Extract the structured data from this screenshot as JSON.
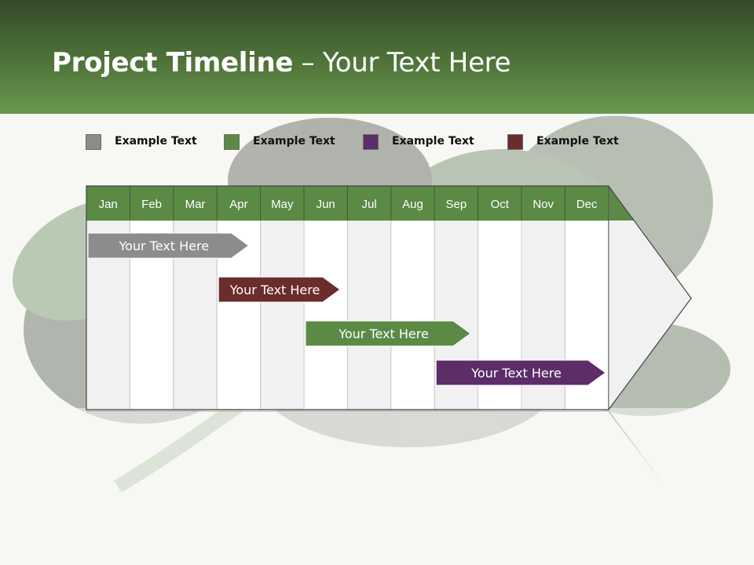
{
  "title": {
    "bold": "Project Timeline",
    "rest": " – Your Text Here"
  },
  "legend": [
    {
      "label": "Example Text",
      "color": "#8c8c8c"
    },
    {
      "label": "Example Text",
      "color": "#5b8a45"
    },
    {
      "label": "Example Text",
      "color": "#5c2d68"
    },
    {
      "label": "Example Text",
      "color": "#6b2c2c"
    }
  ],
  "months": [
    "Jan",
    "Feb",
    "Mar",
    "Apr",
    "May",
    "Jun",
    "Jul",
    "Aug",
    "Sep",
    "Oct",
    "Nov",
    "Dec"
  ],
  "tasks": [
    {
      "label": "Your  Text Here",
      "start": 0.0,
      "end": 3.8,
      "color": "#8c8c8c"
    },
    {
      "label": "Your  Text Here",
      "start": 3.0,
      "end": 5.9,
      "color": "#6b2c2c"
    },
    {
      "label": "Your  Text Here",
      "start": 5.0,
      "end": 8.9,
      "color": "#5b8a45"
    },
    {
      "label": "Your  Text Here",
      "start": 8.0,
      "end": 12.0,
      "color": "#5c2d68"
    }
  ],
  "colors": {
    "header_bar": "#5b8a45",
    "column_odd": "#f1f1f1",
    "column_even": "#ffffff"
  }
}
